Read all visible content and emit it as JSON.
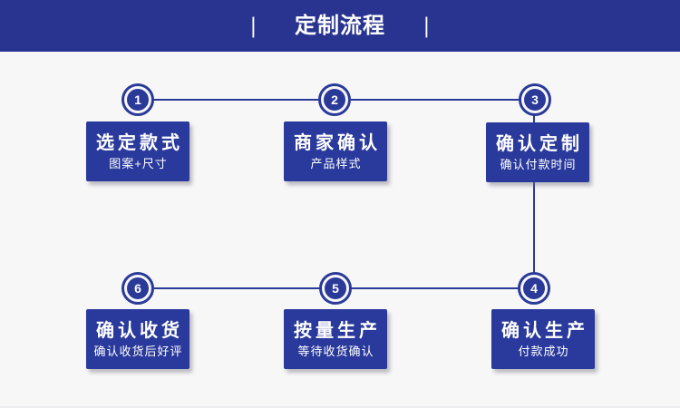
{
  "header": {
    "title": "定制流程",
    "divider_left": "|",
    "divider_right": "|"
  },
  "flow": {
    "steps": [
      {
        "num": "1",
        "title": "选定款式",
        "subtitle": "图案+尺寸"
      },
      {
        "num": "2",
        "title": "商家确认",
        "subtitle": "产品样式"
      },
      {
        "num": "3",
        "title": "确认定制",
        "subtitle": "确认付款时间"
      },
      {
        "num": "4",
        "title": "确认生产",
        "subtitle": "付款成功"
      },
      {
        "num": "5",
        "title": "按量生产",
        "subtitle": "等待收货确认"
      },
      {
        "num": "6",
        "title": "确认收货",
        "subtitle": "确认收货后好评"
      }
    ],
    "connections": [
      "step1-step2",
      "step2-step3",
      "step3-step4",
      "step4-step5",
      "step5-step6"
    ]
  },
  "colors": {
    "header_bg": "#28348f",
    "box_bg": "#2a3a9c",
    "line": "#2b3a99",
    "background": "#f7f7f8",
    "text": "#ffffff"
  }
}
